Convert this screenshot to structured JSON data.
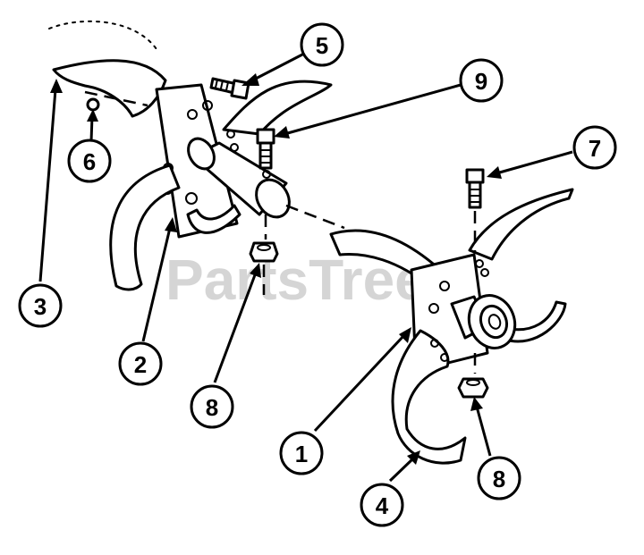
{
  "watermark": "PartsTree",
  "callouts": [
    {
      "id": "c1",
      "label": "1"
    },
    {
      "id": "c2",
      "label": "2"
    },
    {
      "id": "c3",
      "label": "3"
    },
    {
      "id": "c4",
      "label": "4"
    },
    {
      "id": "c5",
      "label": "5"
    },
    {
      "id": "c6",
      "label": "6"
    },
    {
      "id": "c7",
      "label": "7"
    },
    {
      "id": "c8a",
      "label": "8"
    },
    {
      "id": "c8b",
      "label": "8"
    },
    {
      "id": "c9",
      "label": "9"
    }
  ]
}
